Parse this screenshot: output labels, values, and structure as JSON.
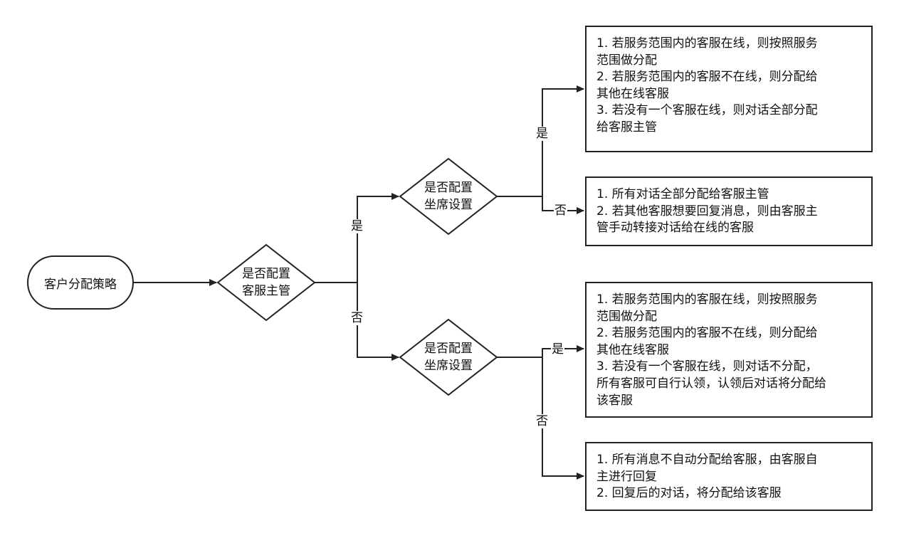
{
  "diagram": {
    "start": "客户分配策略",
    "decision_manager": "是否配置\n客服主管",
    "decision_seat_top": "是否配置\n坐席设置",
    "decision_seat_bottom": "是否配置\n坐席设置",
    "labels": {
      "yes_1": "是",
      "no_1": "否",
      "yes_2": "是",
      "no_2": "否",
      "yes_3": "是",
      "no_3": "否"
    },
    "box_1": "1. 若服务范围内的客服在线，则按照服务\n范围做分配\n2. 若服务范围内的客服不在线，则分配给\n其他在线客服\n3. 若没有一个客服在线，则对话全部分配\n给客服主管",
    "box_2": "1. 所有对话全部分配给客服主管\n2. 若其他客服想要回复消息，则由客服主\n管手动转接对话给在线的客服",
    "box_3": "1. 若服务范围内的客服在线，则按照服务\n范围做分配\n2. 若服务范围内的客服不在线，则分配给\n其他在线客服\n3. 若没有一个客服在线，则对话不分配，\n所有客服可自行认领，认领后对话将分配给\n该客服",
    "box_4": "1. 所有消息不自动分配给客服，由客服自\n主进行回复\n2. 回复后的对话，将分配给该客服"
  }
}
